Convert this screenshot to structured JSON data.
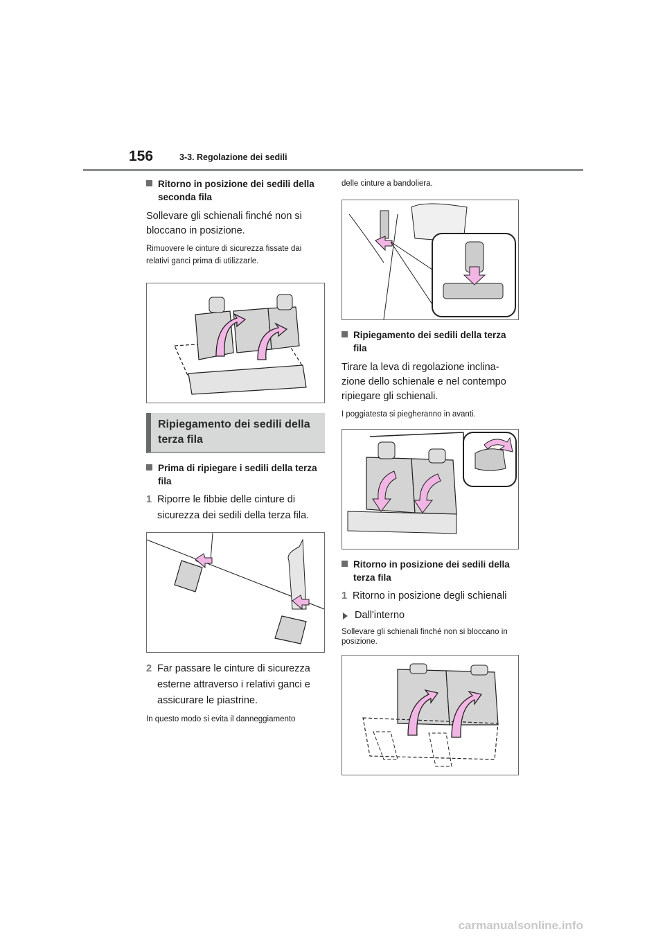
{
  "header": {
    "page_number": "156",
    "section": "3-3. Regolazione dei sedili"
  },
  "left": {
    "h_return_second": "Ritorno in posizione dei sedili della seconda fila",
    "p_return_second": "Sollevare gli schienali finché non si bloccano in posizione.",
    "note_return_second": "Rimuovere le cinture di sicurezza fissate dai relativi ganci prima di utilizzarle.",
    "banner": "Ripiegamento dei sedili della terza fila",
    "h_before_fold": "Prima di ripiegare i sedili della terza fila",
    "step1_num": "1",
    "step1": "Riporre le fibbie delle cinture di sicurezza dei sedili della terza fila.",
    "step2_num": "2",
    "step2": "Far passare le cinture di sicurezza esterne attraverso i relativi ganci e assicurare le piastrine.",
    "note_step2": "In questo modo si evita il danneggiamento"
  },
  "right": {
    "note_cont": "delle cinture a bandoliera.",
    "h_fold_third": "Ripiegamento dei sedili della terza fila",
    "p_fold_third": "Tirare la leva di regolazione inclina-zione dello schienale e nel contempo ripiegare gli schienali.",
    "note_fold_third": "I poggiatesta si piegheranno in avanti.",
    "h_return_third": "Ritorno in posizione dei sedili della terza fila",
    "step1_num": "1",
    "step1": "Ritorno in posizione degli schienali",
    "sub_inside": "Dall'interno",
    "note_inside": "Sollevare gli schienali finché non si bloccano in posizione."
  },
  "colors": {
    "arrow_pink": "#f2b6e4",
    "banner_bg": "#d7d9d8",
    "rule": "#8a8d8c"
  },
  "footer": {
    "watermark": "carmanualsonline.info"
  }
}
